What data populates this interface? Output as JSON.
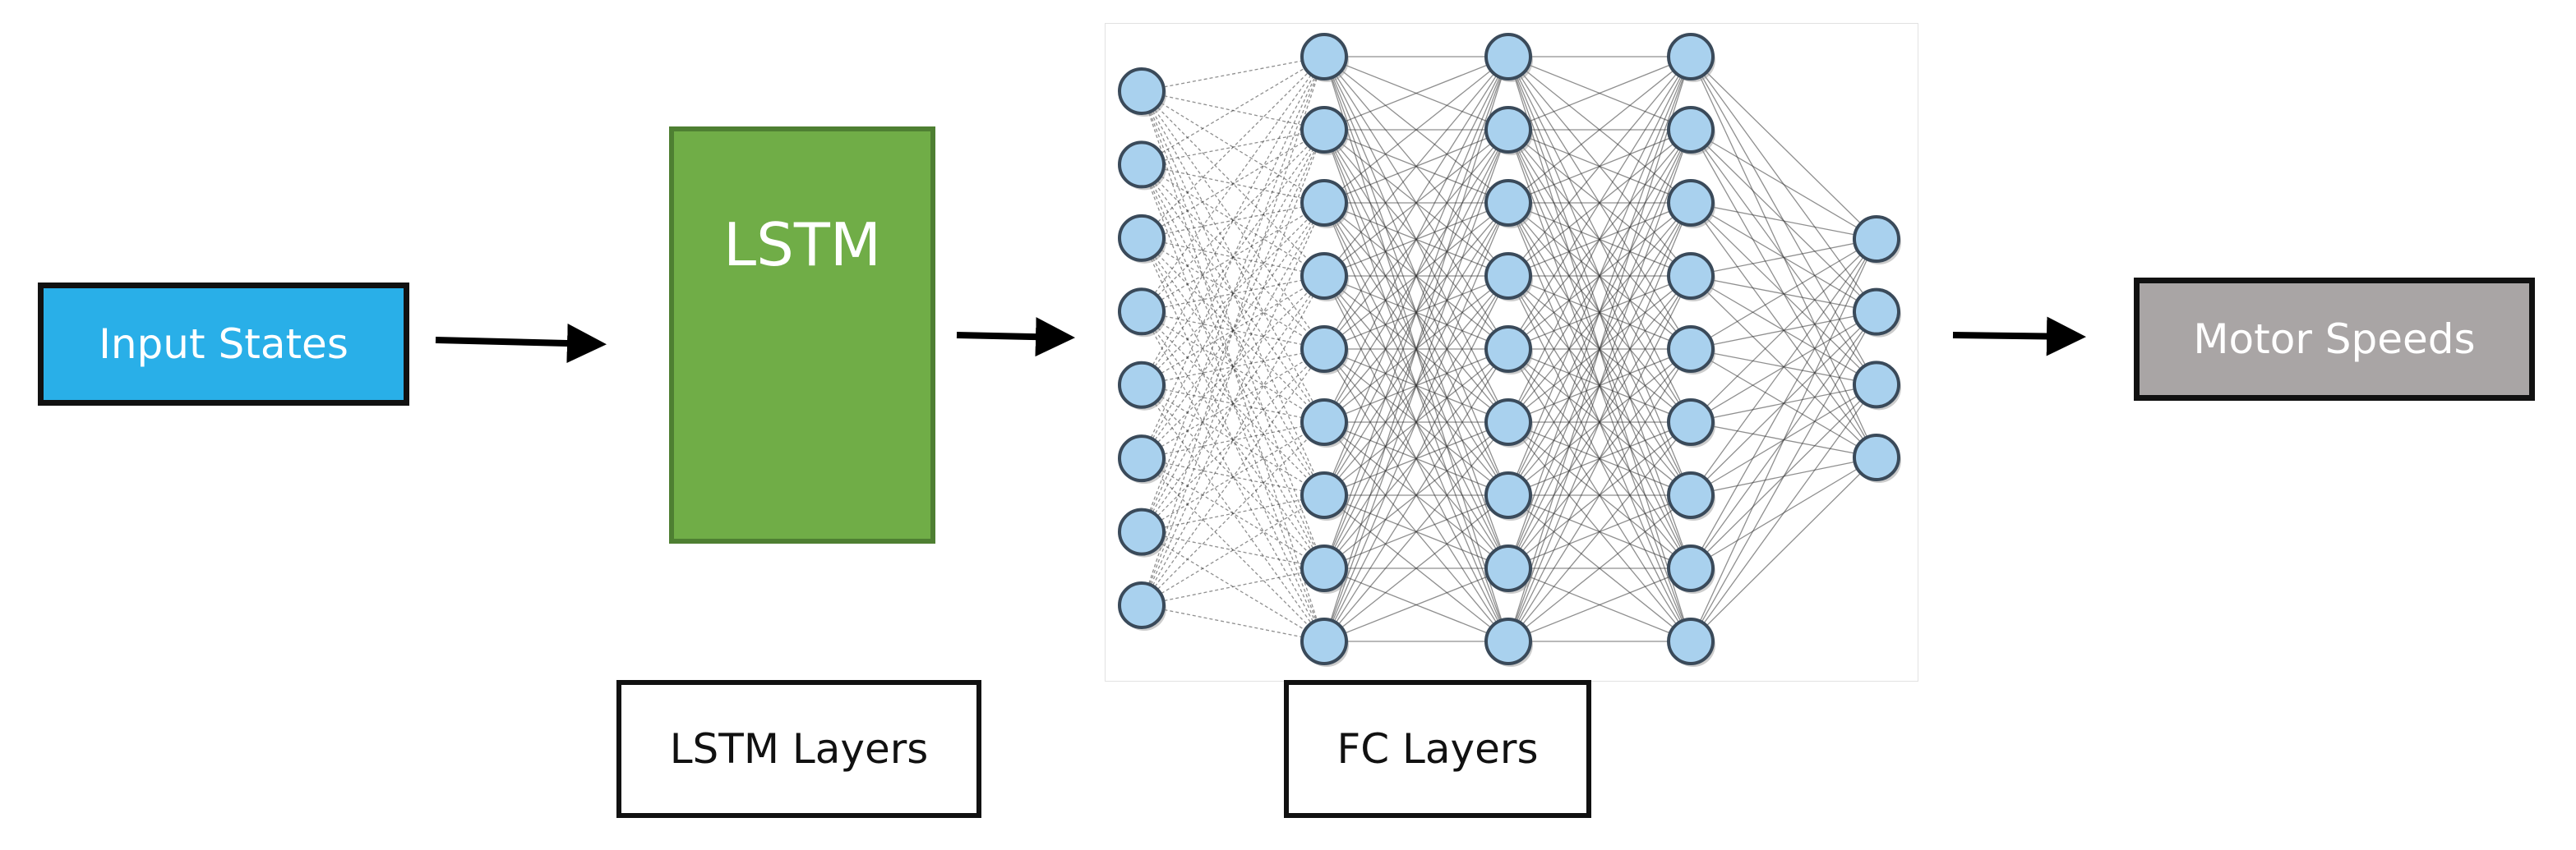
{
  "diagram": {
    "input_label": "Input States",
    "lstm_label": "LSTM",
    "motor_label": "Motor Speeds",
    "lstm_layers_label": "LSTM Layers",
    "fc_layers_label": "FC Layers"
  },
  "network": {
    "layers": [
      8,
      9,
      9,
      9,
      4
    ],
    "node_fill": "#a9d1ee",
    "node_stroke": "#3a4a5a",
    "edge_color": "#333333"
  },
  "colors": {
    "input_fill": "#29afe8",
    "lstm_fill": "#70ad47",
    "motor_fill": "#a9a5a5",
    "arrow": "#000000"
  }
}
